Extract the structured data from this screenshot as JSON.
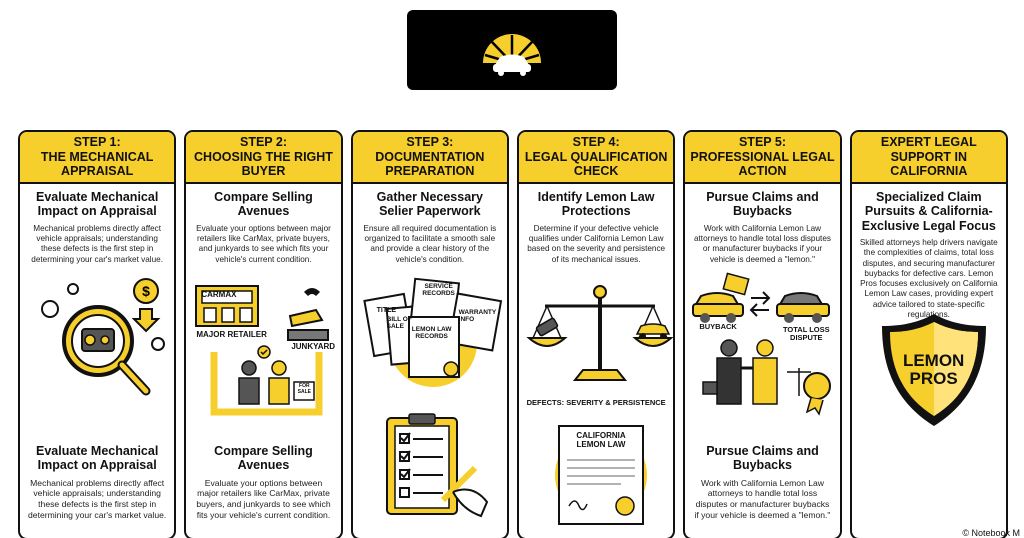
{
  "logo": {
    "icon": "lemon-car-icon"
  },
  "steps": [
    {
      "head_line1": "STEP 1:",
      "head_line2": "THE MECHANICAL APPRAISAL",
      "title": "Evaluate Mechanical Impact on Appraisal",
      "desc": "Mechanical problems directly affect vehicle appraisals; understanding these defects is the first step in determining your car's market value.",
      "title2": "Evaluate Mechanical Impact on Appraisal",
      "desc2": "Mechanical problems directly affect vehicle appraisals; understanding these defects is the first step in determining your car's market value."
    },
    {
      "head_line1": "STEP 2:",
      "head_line2": "CHOOSING THE RIGHT BUYER",
      "title": "Compare Selling Avenues",
      "desc": "Evaluate your options between major retailers like CarMax, private buyers, and junkyards to see which fits your vehicle's current condition.",
      "sign_carmax": "CarMax",
      "label_retailer": "MAJOR RETAILER",
      "label_junkyard": "JUNKYARD",
      "sign_forsale": "FOR SALE",
      "title2": "Compare Selling Avenues",
      "desc2": "Evaluate your options between major retailers like CarMax, private buyers, and junkyards to see which fits your vehicle's current condition."
    },
    {
      "head_line1": "STEP 3:",
      "head_line2": "DOCUMENTATION PREPARATION",
      "title": "Gather Necessary Selier Paperwork",
      "desc": "Ensure all required documentation is organized to facilitate a smooth sale and provide a clear history of the vehicle's condition.",
      "doc_title": "TITLE",
      "doc_service": "SERVICE RECORDS",
      "doc_bill": "BILL OF SALE",
      "doc_warranty": "WARRANTY INFO",
      "doc_lemon": "LEMON LAW RECORDS"
    },
    {
      "head_line1": "STEP 4:",
      "head_line2": "LEGAL QUALIFICATION CHECK",
      "title": "Identify Lemon Law Protections",
      "desc": "Determine if your defective vehicle qualifies under California Lemon Law based on the severity and persistence of its mechanical issues.",
      "label_defects": "DEFECTS: SEVERITY & PERSISTENCE",
      "doc_calaw": "CALIFORNIA LEMON LAW"
    },
    {
      "head_line1": "STEP 5:",
      "head_line2": "PROFESSIONAL LEGAL ACTION",
      "title": "Pursue Claims and Buybacks",
      "desc": "Work with California Lemon Law attorneys to handle total loss disputes or manufacturer buybacks if your vehicle is deemed a \"lemon.\"",
      "label_buyback": "BUYBACK",
      "label_totalloss": "TOTAL LOSS DISPUTE",
      "title2": "Pursue Claims and Buybacks",
      "desc2": "Work with California Lemon Law attorneys to handle total loss disputes or manufacturer buybacks if your vehicle is deemed a \"lemon.\""
    },
    {
      "head_line1": "EXPERT LEGAL",
      "head_line2": "SUPPORT IN CALIFORNIA",
      "title": "Specialized Claim Pursuits & California-Exclusive Legal Focus",
      "desc": "Skilled attorneys help drivers navigate the complexities of claims, total loss disputes, and securing manufacturer buybacks for defective cars. Lemon Pros focuses exclusively on California Lemon Law cases, providing expert advice tailored to state-specific regulations.",
      "shield_line1": "LEMON",
      "shield_line2": "PROS"
    }
  ],
  "credit": "© Notebook M",
  "colors": {
    "accent": "#f7cf2c",
    "ink": "#111111",
    "logo_bg": "#000000"
  }
}
